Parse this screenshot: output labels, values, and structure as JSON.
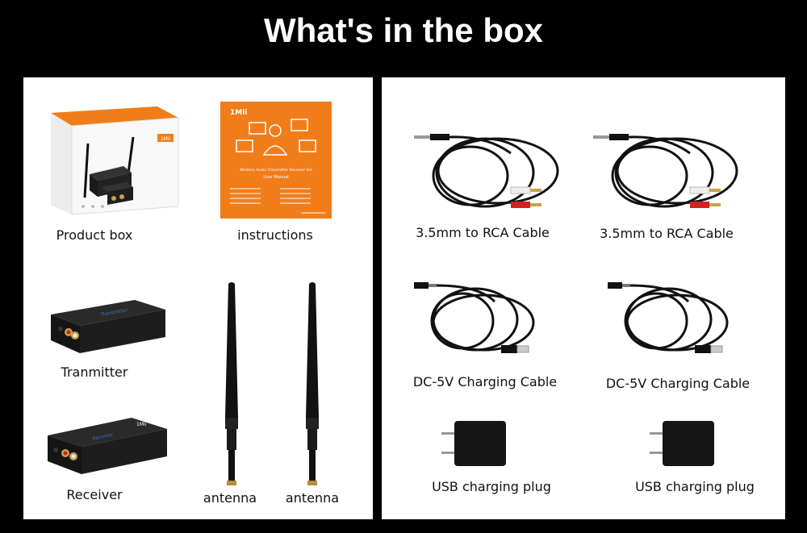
{
  "title": "What's in the box",
  "left_panel": {
    "items": [
      {
        "label": "Product box",
        "icon": "product-box-icon"
      },
      {
        "label": "instructions",
        "icon": "manual-booklet-icon"
      },
      {
        "label": "Tranmitter",
        "icon": "transmitter-device-icon"
      },
      {
        "label": "Receiver",
        "icon": "receiver-device-icon"
      },
      {
        "label": "antenna",
        "icon": "antenna-icon"
      },
      {
        "label": "antenna",
        "icon": "antenna-icon"
      }
    ],
    "box_brand": "1Mii",
    "manual_heading": "Wireless Audio Transmitter Receiver Set",
    "manual_subheading": "User Manual",
    "device_brand": "1Mii"
  },
  "right_panel": {
    "items": [
      {
        "label": "3.5mm to RCA Cable",
        "icon": "rca-cable-icon"
      },
      {
        "label": "3.5mm to RCA Cable",
        "icon": "rca-cable-icon"
      },
      {
        "label": "DC-5V Charging Cable",
        "icon": "usb-dc-cable-icon"
      },
      {
        "label": "DC-5V Charging Cable",
        "icon": "usb-dc-cable-icon"
      },
      {
        "label": "USB charging plug",
        "icon": "usb-plug-icon"
      },
      {
        "label": "USB charging plug",
        "icon": "usb-plug-icon"
      }
    ]
  },
  "colors": {
    "background": "#000000",
    "panel": "#ffffff",
    "brand_orange": "#f07d1a",
    "device_black": "#1b1b1b",
    "rca_red": "#d32020"
  }
}
